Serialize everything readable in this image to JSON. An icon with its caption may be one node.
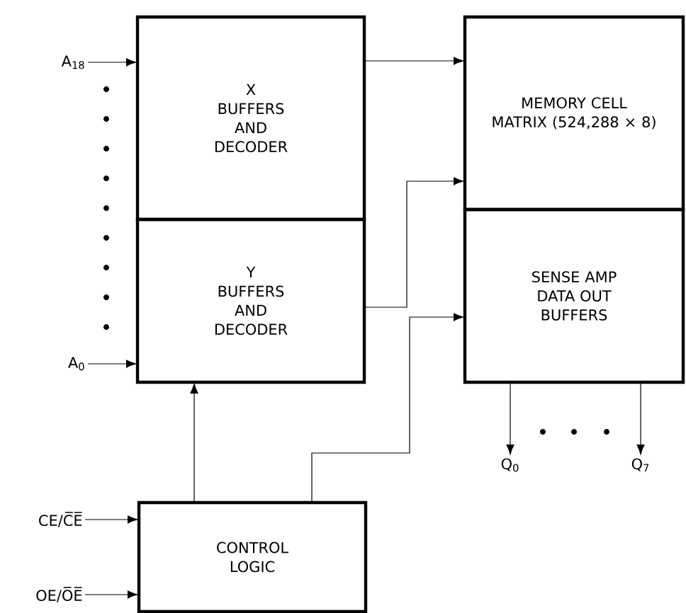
{
  "diagram": {
    "nodes": [
      {
        "text": [
          "X BUFFERS AND DECODER"
        ]
      },
      {
        "text": [
          "Y BUFFERS AND DECODER"
        ]
      },
      {
        "text": [
          "MEMORY CELL MATRIX (524,288 × 8)"
        ]
      },
      {
        "text": [
          "SENSE AMP DATA OUT BUFFERS"
        ]
      },
      {
        "text": [
          "CONTROL LOGIC"
        ]
      },
      {
        "text": [
          "A$_{18}$"
        ]
      },
      {
        "text": [
          "A$_{0}$"
        ]
      },
      {
        "text": [
          "CE/C̅E̅"
        ]
      },
      {
        "text": [
          "OE/O̅E̅"
        ]
      },
      {
        "text": [
          "Q$_{0}$"
        ]
      },
      {
        "text": [
          "Q$_{7}$"
        ]
      }
    ],
    "edges": [
      {
        "from": 5,
        "to": 0,
        "arrow": "to"
      },
      {
        "from": 6,
        "to": 1,
        "arrow": "to"
      },
      {
        "from": 0,
        "to": 2,
        "arrow": "to"
      },
      {
        "from": 1,
        "to": 2,
        "arrow": "to"
      },
      {
        "from": 4,
        "to": 1,
        "arrow": "to"
      },
      {
        "from": 4,
        "to": 3,
        "arrow": "to"
      },
      {
        "from": 7,
        "to": 4,
        "arrow": "to"
      },
      {
        "from": 8,
        "to": 4,
        "arrow": "to"
      },
      {
        "from": 3,
        "to": 9,
        "arrow": "to"
      },
      {
        "from": 3,
        "to": 10,
        "arrow": "to"
      }
    ]
  }
}
